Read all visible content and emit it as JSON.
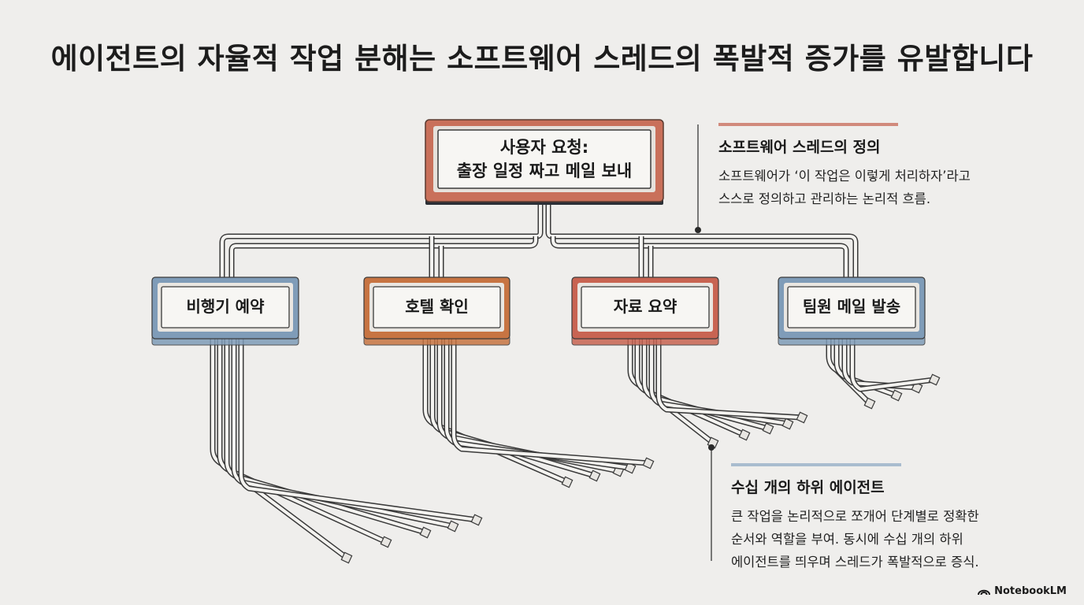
{
  "title": "에이전트의 자율적 작업 분해는 소프트웨어 스레드의 폭발적 증가를 유발합니다",
  "root": {
    "line1": "사용자 요청:",
    "line2": "출장 일정 짜고 메일 보내",
    "color": "#c9705a"
  },
  "tasks": [
    {
      "label": "비행기 예약",
      "color": "#7f9cb8",
      "branches": 5
    },
    {
      "label": "호텔 확인",
      "color": "#c77442",
      "branches": 5
    },
    {
      "label": "자료 요약",
      "color": "#c86452",
      "branches": 5
    },
    {
      "label": "팀원 메일 발송",
      "color": "#7f9cb8",
      "branches": 4
    }
  ],
  "notes": {
    "thread_definition": {
      "title": "소프트웨어 스레드의 정의",
      "body": "소프트웨어가 ‘이 작업은 이렇게 처리하자’라고\n스스로 정의하고 관리하는 논리적 흐름.",
      "accent": "#d18a7c"
    },
    "sub_agents": {
      "title": "수십 개의 하위 에이전트",
      "body": "큰 작업을 논리적으로 쪼개어 단계별로 정확한\n순서와 역할을 부여. 동시에 수십 개의 하위\n에이전트를 띄우며 스레드가 폭발적으로 증식.",
      "accent": "#a9bccf"
    }
  },
  "brand": {
    "name": "NotebookLM",
    "icon": "notebooklm-logo-icon"
  }
}
